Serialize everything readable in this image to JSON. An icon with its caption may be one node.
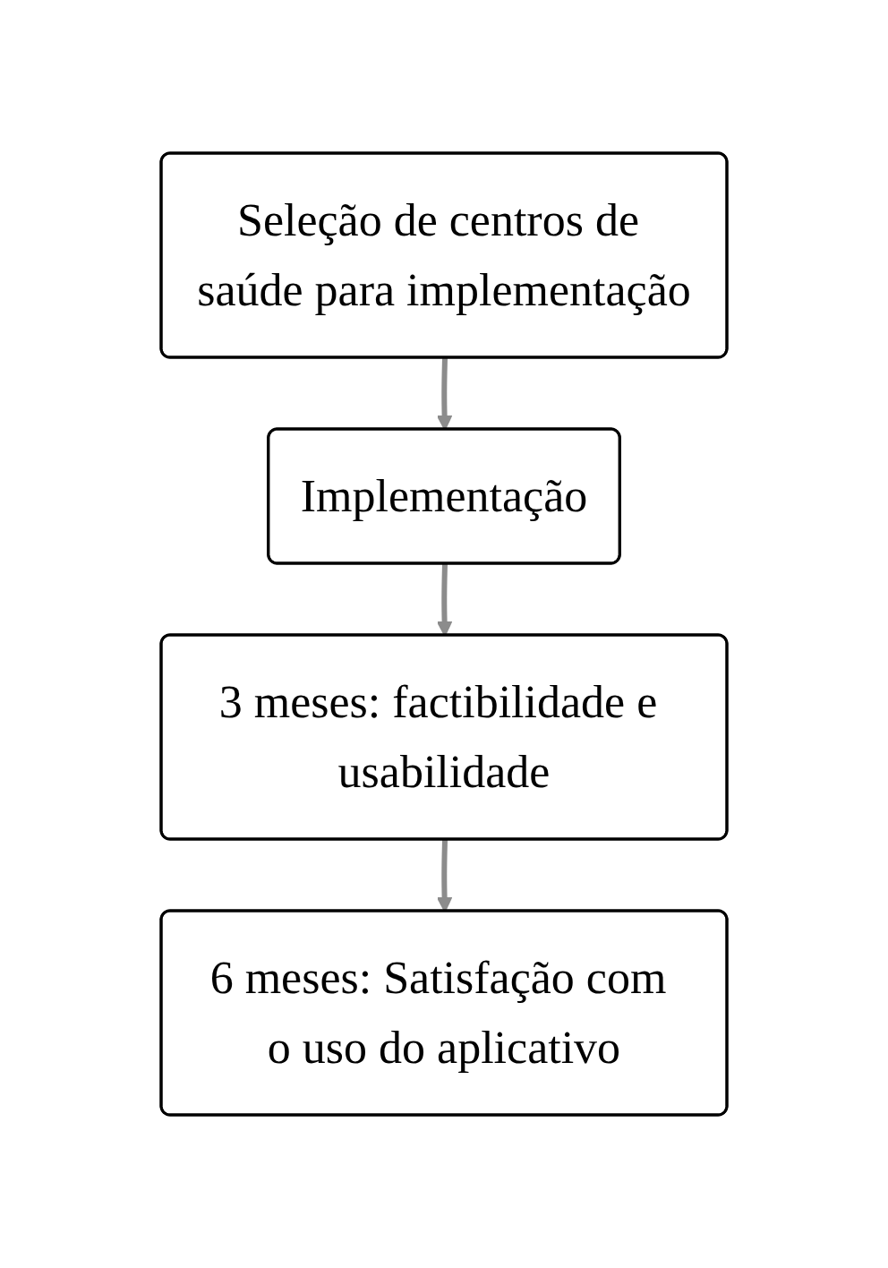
{
  "diagram": {
    "nodes": [
      {
        "text": [
          "Seleção de centros de saúde para implementação"
        ]
      },
      {
        "text": [
          "Implementação"
        ]
      },
      {
        "text": [
          "3 meses: factibilidade e usabilidade"
        ]
      },
      {
        "text": [
          "6 meses: Satisfação com o uso do aplicativo"
        ]
      }
    ],
    "edges": [
      {
        "from": 0,
        "to": 1,
        "arrow": "to"
      },
      {
        "from": 1,
        "to": 2,
        "arrow": "to"
      },
      {
        "from": 2,
        "to": 3,
        "arrow": "to"
      }
    ]
  }
}
